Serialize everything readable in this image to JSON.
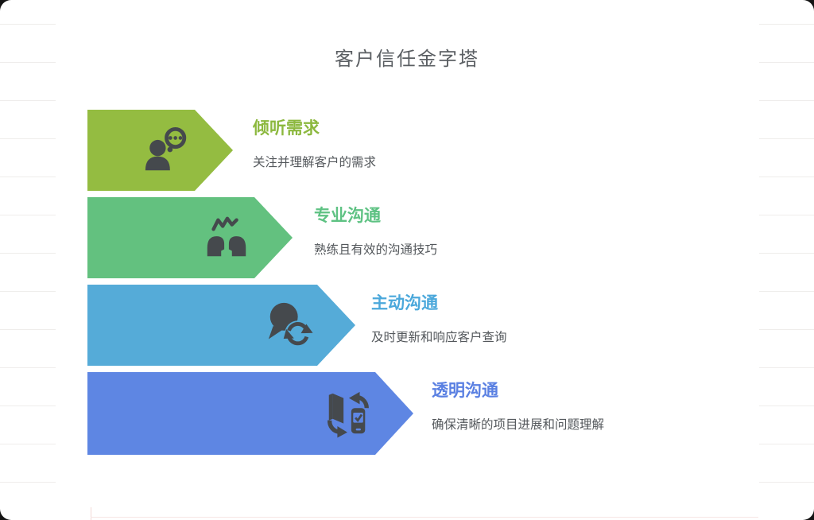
{
  "title": "客户信任金字塔",
  "icon_color": "#45494D",
  "levels": [
    {
      "title": "倾听需求",
      "description": "关注并理解客户的需求",
      "color": "#94BC41",
      "title_color": "#8CB83E",
      "icon": "person-thought-bubble-icon"
    },
    {
      "title": "专业沟通",
      "description": "熟练且有效的沟通技巧",
      "color": "#63C17F",
      "title_color": "#5EC283",
      "icon": "two-heads-conversation-icon"
    },
    {
      "title": "主动沟通",
      "description": "及时更新和响应客户查询",
      "color": "#55ABD8",
      "title_color": "#4BA8DB",
      "icon": "chat-sync-icon"
    },
    {
      "title": "透明沟通",
      "description": "确保清晰的项目进展和问题理解",
      "color": "#5E86E3",
      "title_color": "#5A80E2",
      "icon": "device-transfer-icon"
    }
  ]
}
